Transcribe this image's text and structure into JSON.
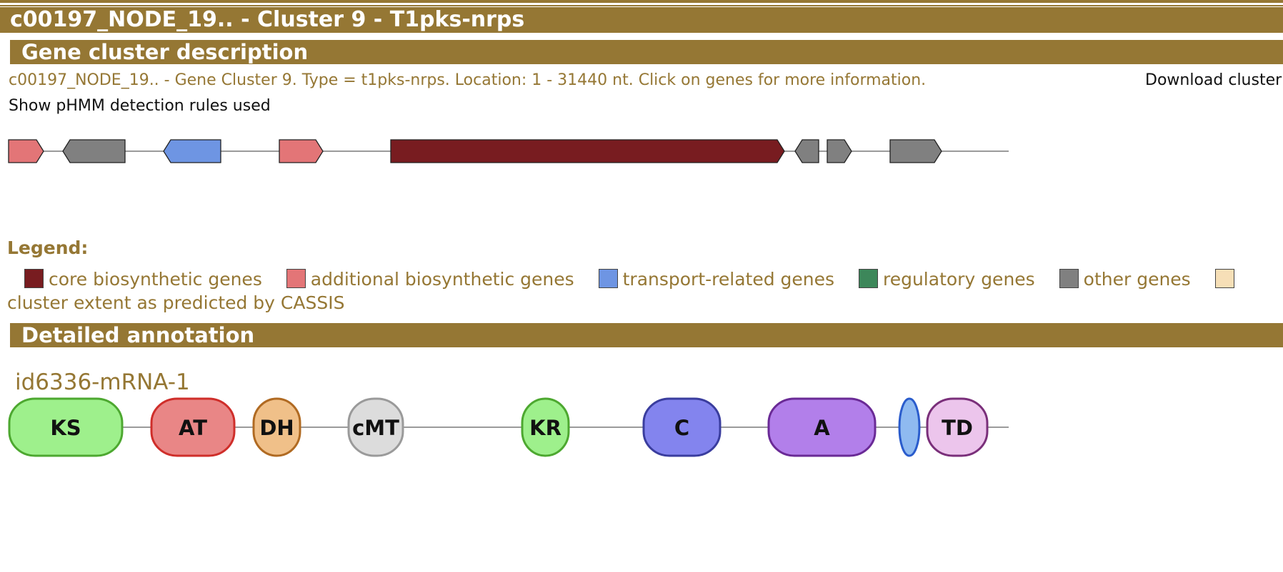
{
  "cluster_title": "c00197_NODE_19.. - Cluster 9 - T1pks-nrps",
  "sections": {
    "description_heading": "Gene cluster description",
    "annotation_heading": "Detailed annotation"
  },
  "description": {
    "text": "c00197_NODE_19.. - Gene Cluster 9. Type = t1pks-nrps. Location: 1 - 31440 nt. Click on genes for more information.",
    "download_link": "Download cluster",
    "phmm_link": "Show pHMM detection rules used"
  },
  "cluster_map": {
    "genes": [
      {
        "category": "additional",
        "strand": "+"
      },
      {
        "category": "other",
        "strand": "-"
      },
      {
        "category": "transport",
        "strand": "-"
      },
      {
        "category": "additional",
        "strand": "+"
      },
      {
        "category": "core",
        "strand": "+"
      },
      {
        "category": "other",
        "strand": "-"
      },
      {
        "category": "other",
        "strand": "+"
      },
      {
        "category": "other",
        "strand": "+"
      }
    ]
  },
  "legend": {
    "title": "Legend:",
    "items": [
      {
        "label": "core biosynthetic genes",
        "color": "#781c20"
      },
      {
        "label": "additional biosynthetic genes",
        "color": "#e37577"
      },
      {
        "label": "transport-related genes",
        "color": "#6e95e3"
      },
      {
        "label": "regulatory genes",
        "color": "#3d875a"
      },
      {
        "label": "other genes",
        "color": "#808080"
      },
      {
        "label": "",
        "color": "#f6dfb7"
      }
    ],
    "continued_text": "cluster extent as predicted by CASSIS"
  },
  "annotation": {
    "gene_name": "id6336-mRNA-1",
    "domains": [
      {
        "label": "KS",
        "fill": "#9ef08c",
        "stroke": "#4da830"
      },
      {
        "label": "AT",
        "fill": "#e98686",
        "stroke": "#cf2e2a"
      },
      {
        "label": "DH",
        "fill": "#f0c089",
        "stroke": "#b06a22"
      },
      {
        "label": "cMT",
        "fill": "#dcdcdc",
        "stroke": "#9a9a9a"
      },
      {
        "label": "KR",
        "fill": "#9ef08c",
        "stroke": "#4da830"
      },
      {
        "label": "C",
        "fill": "#8384ee",
        "stroke": "#3a3d9e"
      },
      {
        "label": "A",
        "fill": "#b27fea",
        "stroke": "#6a2a96"
      },
      {
        "label": "",
        "fill": "#8fbaf0",
        "stroke": "#2a5ccc"
      },
      {
        "label": "TD",
        "fill": "#ecc5ec",
        "stroke": "#7a2f7a"
      }
    ]
  }
}
